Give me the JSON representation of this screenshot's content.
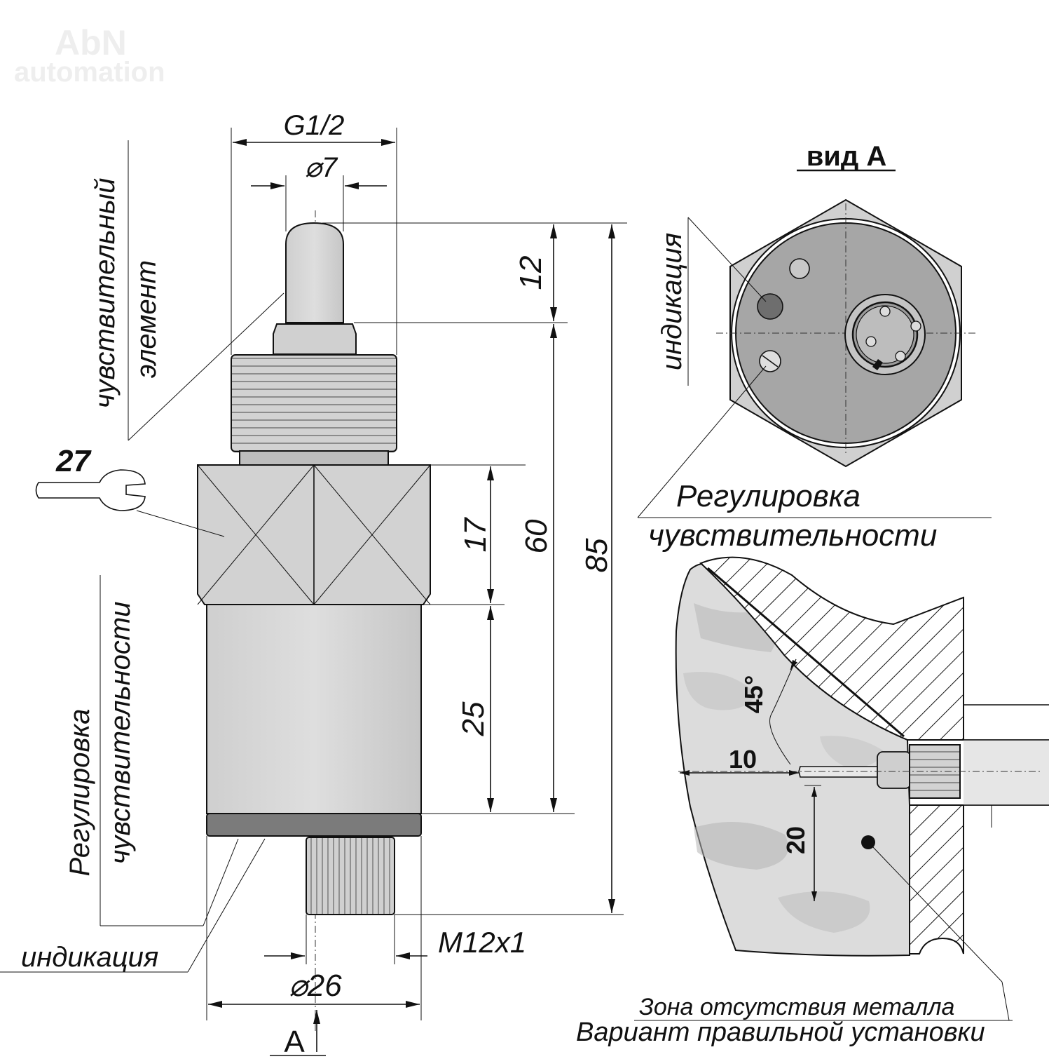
{
  "watermark": {
    "line1": "AbN",
    "line2": "automation"
  },
  "main_view": {
    "dim_thread": "G1/2",
    "dim_tip_diameter": "⌀7",
    "dim_tip_length": "12",
    "dim_60": "60",
    "dim_85": "85",
    "dim_17": "17",
    "dim_25": "25",
    "dim_connector": "M12x1",
    "dim_body_diameter": "⌀26",
    "wrench_size": "27",
    "label_sensing_l1": "чувствительный",
    "label_sensing_l2": "элемент",
    "label_adjust_l1": "Регулировка",
    "label_adjust_l2": "чувствительности",
    "label_indication": "индикация",
    "view_arrow": "A"
  },
  "view_a": {
    "title": "вид А",
    "label_indication": "индикация",
    "label_adjust_l1": "Регулировка",
    "label_adjust_l2": "чувствительности"
  },
  "install_view": {
    "angle": "45°",
    "dim_10": "10",
    "dim_20": "20",
    "label_zone": "Зона отсутствия металла",
    "label_caption": "Вариант правильной установки"
  },
  "colors": {
    "metal": "#d4d4d4",
    "metal_dark": "#b9b9b9",
    "face": "#a6a6a6",
    "led_dark": "#6e6e6e",
    "band": "#7b7b7b",
    "medium": "#dcdcdc"
  }
}
